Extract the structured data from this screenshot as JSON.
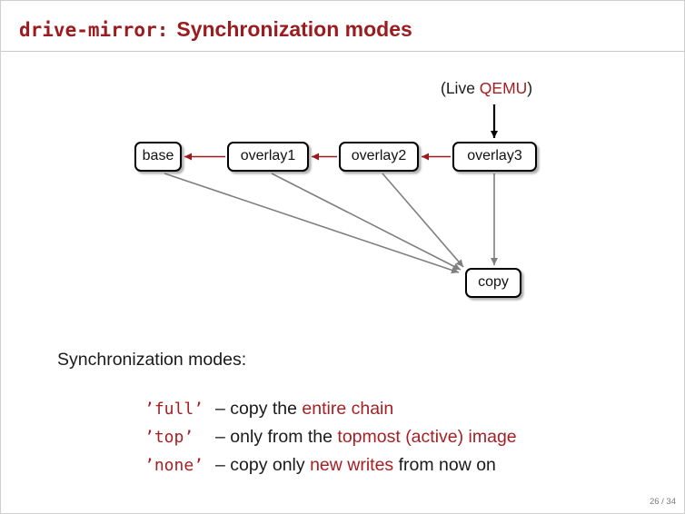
{
  "title": {
    "code": "drive-mirror:",
    "text": "Synchronization modes"
  },
  "diagram": {
    "live_pre": "(Live ",
    "live_qemu": "QEMU",
    "live_post": ")",
    "boxes": {
      "base": "base",
      "overlay1": "overlay1",
      "overlay2": "overlay2",
      "overlay3": "overlay3",
      "copy": "copy"
    }
  },
  "body": {
    "heading": "Synchronization modes:",
    "modes": [
      {
        "code": "’full’",
        "mid": "– copy the ",
        "highlight": "entire chain",
        "tail": ""
      },
      {
        "code": "’top’",
        "mid": "– only from the ",
        "highlight": "topmost (active) image",
        "tail": ""
      },
      {
        "code": "’none’",
        "mid": "– copy only ",
        "highlight": "new writes",
        "tail": " from now on"
      }
    ]
  },
  "footer": {
    "page": "26 / 34"
  },
  "colors": {
    "title_red": "#9b1b1e",
    "accent_red": "#a51f23",
    "arrow_red": "#9a191d",
    "arrow_gray": "#7f7f7f",
    "arrow_black": "#000000"
  }
}
